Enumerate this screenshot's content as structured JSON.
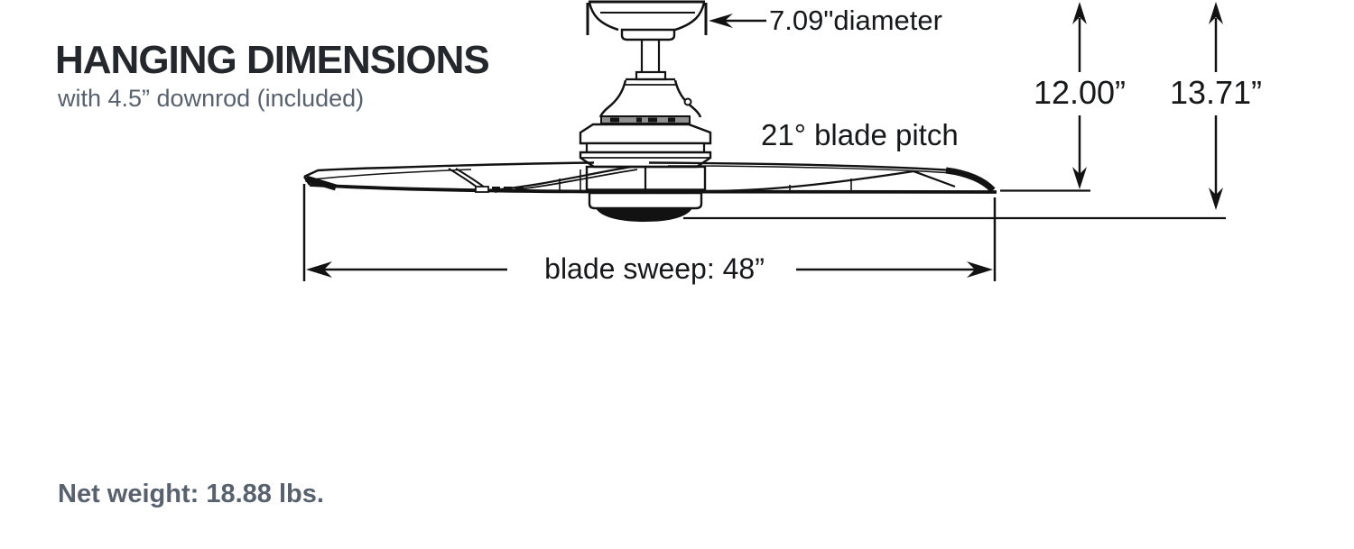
{
  "header": {
    "title": "HANGING DIMENSIONS",
    "subtitle": "with 4.5” downrod (included)"
  },
  "diagram": {
    "type": "ceiling-fan side-view dimension drawing",
    "labels": {
      "canopy_diameter": "7.09\"diameter",
      "blade_pitch": "21° blade pitch",
      "height_to_blade_plane": "12.00”",
      "height_overall": "13.71”",
      "blade_sweep": "blade sweep: 48”"
    },
    "parts": [
      "canopy",
      "downrod",
      "motor-housing",
      "blades",
      "light-kit"
    ]
  },
  "footer": {
    "net_weight": "Net weight: 18.88 lbs."
  },
  "colors": {
    "ink": "#121212",
    "title_text": "#24272b",
    "muted_text": "#58626e",
    "background": "#ffffff",
    "vent_band": "#8f8f8f"
  }
}
